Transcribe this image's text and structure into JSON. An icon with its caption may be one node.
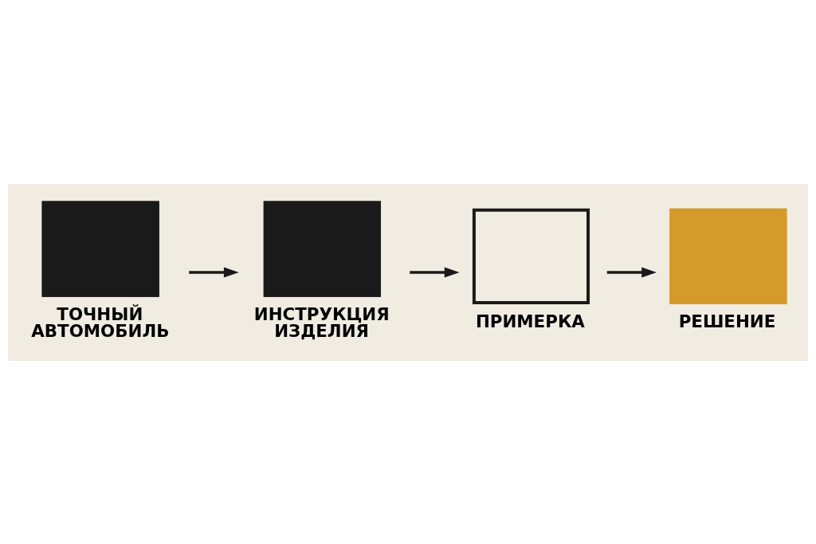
{
  "diagram": {
    "nodes": [
      {
        "text": [
          "ТОЧНЫЙ АВТОМОБИЛЬ"
        ]
      },
      {
        "text": [
          "ИНСТРУКЦИЯ ИЗДЕЛИЯ"
        ]
      },
      {
        "text": [
          "ПРИМЕРКА"
        ]
      },
      {
        "text": [
          "РЕШЕНИЕ"
        ]
      }
    ],
    "edges": [
      {
        "from": 0,
        "to": 1,
        "arrow": "to"
      },
      {
        "from": 1,
        "to": 2,
        "arrow": "to"
      },
      {
        "from": 2,
        "to": 3,
        "arrow": "to"
      }
    ]
  }
}
